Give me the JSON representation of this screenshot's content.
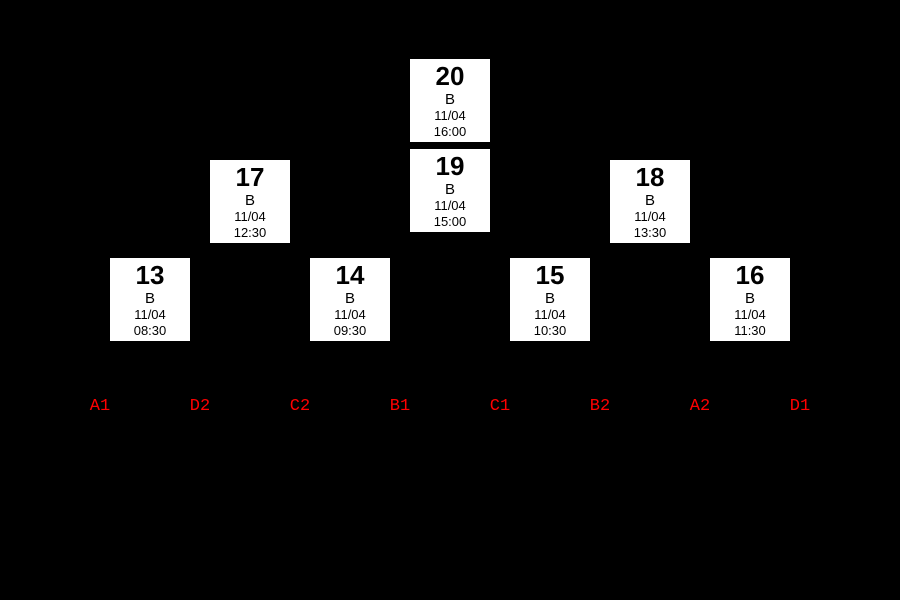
{
  "colors": {
    "background": "#000000",
    "match_box_bg": "#ffffff",
    "match_text": "#000000",
    "slot_label_color": "#ff0000"
  },
  "matches": [
    {
      "number": "13",
      "group": "B",
      "date": "11/04",
      "time": "08:30"
    },
    {
      "number": "14",
      "group": "B",
      "date": "11/04",
      "time": "09:30"
    },
    {
      "number": "15",
      "group": "B",
      "date": "11/04",
      "time": "10:30"
    },
    {
      "number": "16",
      "group": "B",
      "date": "11/04",
      "time": "11:30"
    },
    {
      "number": "17",
      "group": "B",
      "date": "11/04",
      "time": "12:30"
    },
    {
      "number": "18",
      "group": "B",
      "date": "11/04",
      "time": "13:30"
    },
    {
      "number": "19",
      "group": "B",
      "date": "11/04",
      "time": "15:00"
    },
    {
      "number": "20",
      "group": "B",
      "date": "11/04",
      "time": "16:00"
    }
  ],
  "slots": [
    {
      "label": "A1"
    },
    {
      "label": "D2"
    },
    {
      "label": "C2"
    },
    {
      "label": "B1"
    },
    {
      "label": "C1"
    },
    {
      "label": "B2"
    },
    {
      "label": "A2"
    },
    {
      "label": "D1"
    }
  ]
}
